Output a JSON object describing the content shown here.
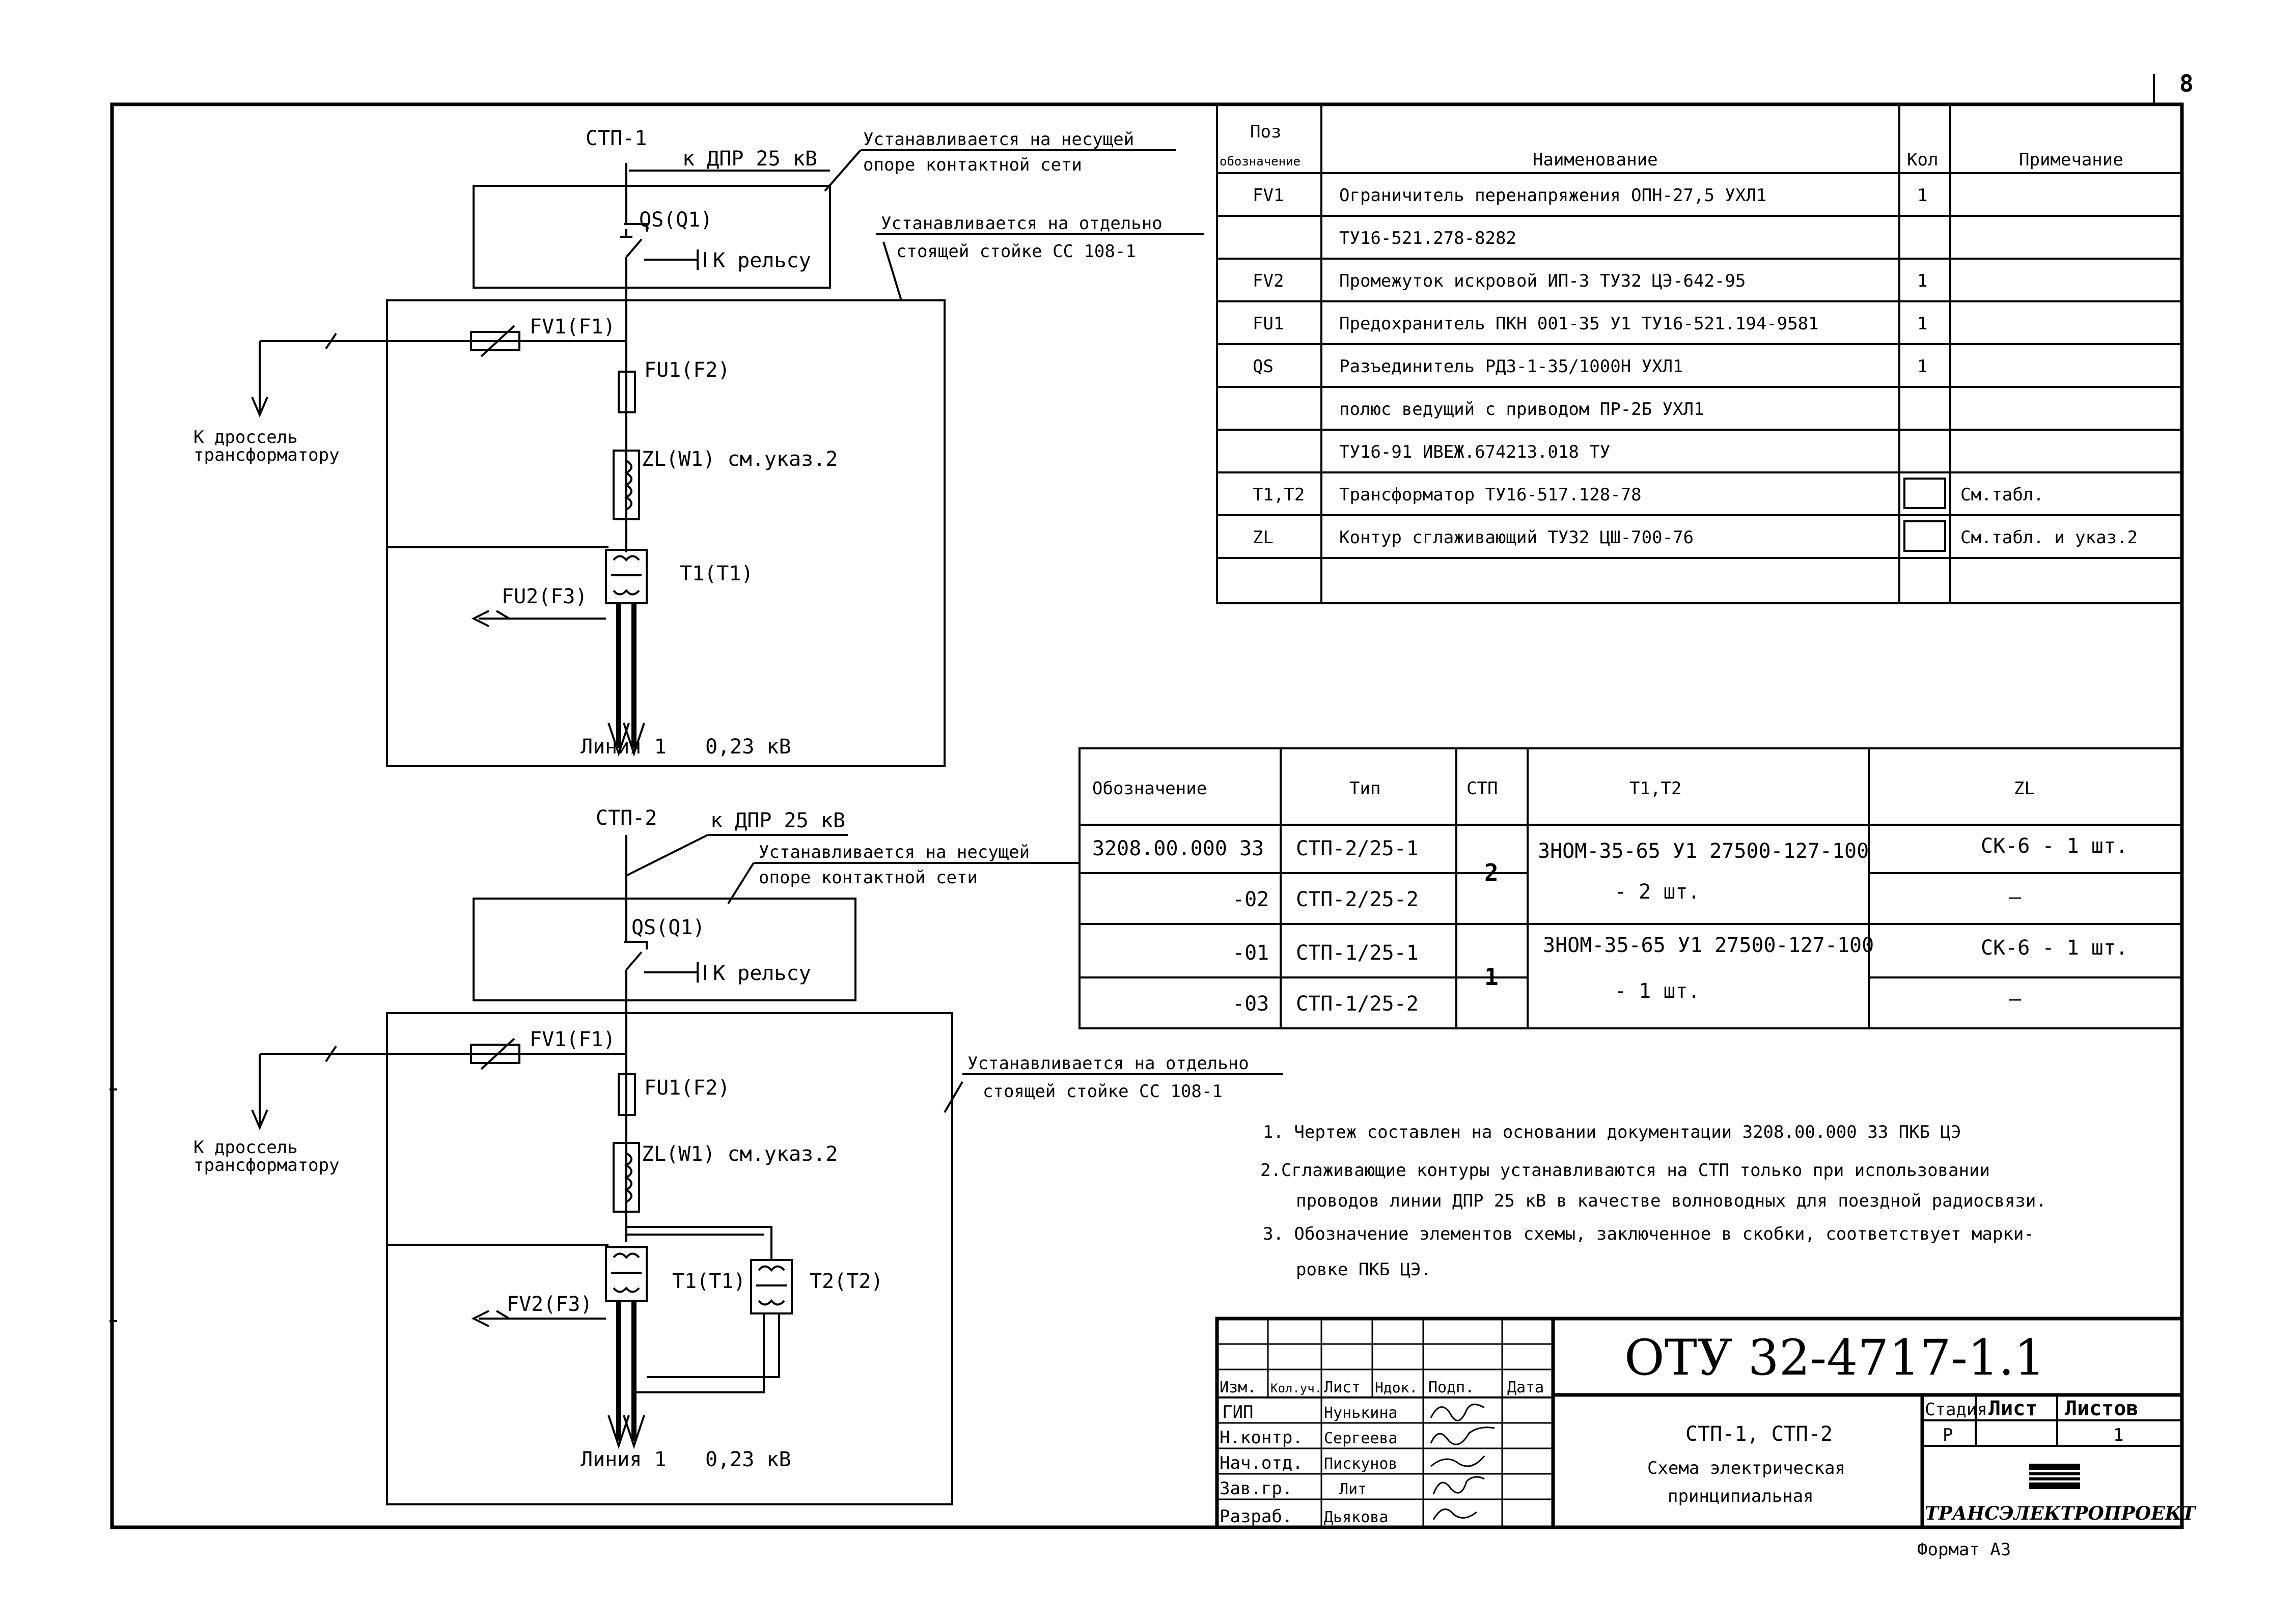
{
  "page_number": "8",
  "circuits": [
    {
      "label": "СТП-1",
      "feed": "к ДПР 25 кВ",
      "note_top_1": "Устанавливается на несущей",
      "note_top_2": "опоре контактной сети",
      "note_mid_1": "Устанавливается на отдельно",
      "note_mid_2": "стоящей стойке СС 108-1",
      "qs": "QS(Q1)",
      "rail": "К рельсу",
      "fv": "FV1(F1)",
      "fu": "FU1(F2)",
      "zl": "ZL(W1) см.указ.2",
      "t1": "T1(T1)",
      "fv2": "FU2(F3)",
      "choke_1": "К дроссель",
      "choke_2": "трансформатору",
      "line": "Линия 1",
      "voltage": "0,23 кВ"
    },
    {
      "label": "СТП-2",
      "feed": "к ДПР 25 кВ",
      "note_top_1": "Устанавливается на несущей",
      "note_top_2": "опоре контактной сети",
      "note_mid_1": "Устанавливается на отдельно",
      "note_mid_2": "стоящей стойке СС 108-1",
      "qs": "QS(Q1)",
      "rail": "К рельсу",
      "fv": "FV1(F1)",
      "fu": "FU1(F2)",
      "zl": "ZL(W1) см.указ.2",
      "t1": "T1(T1)",
      "t2": "T2(T2)",
      "fv2": "FV2(F3)",
      "choke_1": "К дроссель",
      "choke_2": "трансформатору",
      "line": "Линия 1",
      "voltage": "0,23 кВ"
    }
  ],
  "spec_table": {
    "header": {
      "pos_1": "Поз",
      "pos_2": "обозначение",
      "name": "Наименование",
      "qty": "Кол",
      "note": "Примечание"
    },
    "rows": [
      {
        "pos": "FV1",
        "name": "Ограничитель перенапряжения ОПН-27,5 УХЛ1",
        "qty": "1",
        "note": ""
      },
      {
        "pos": "",
        "name": "ТУ16-521.278-8282",
        "qty": "",
        "note": ""
      },
      {
        "pos": "FV2",
        "name": "Промежуток искровой ИП-3  ТУ32 ЦЭ-642-95",
        "qty": "1",
        "note": ""
      },
      {
        "pos": "FU1",
        "name": "Предохранитель ПКН 001-35 У1  ТУ16-521.194-9581",
        "qty": "1",
        "note": ""
      },
      {
        "pos": "QS",
        "name": "Разъединитель РДЗ-1-35/1000Н УХЛ1",
        "qty": "1",
        "note": ""
      },
      {
        "pos": "",
        "name": "полюс ведущий с приводом ПР-2Б УХЛ1",
        "qty": "",
        "note": ""
      },
      {
        "pos": "",
        "name": "ТУ16-91 ИВЕЖ.674213.018 ТУ",
        "qty": "",
        "note": ""
      },
      {
        "pos": "T1,T2",
        "name": "Трансформатор         ТУ16-517.128-78",
        "qty": "",
        "note": "См.табл."
      },
      {
        "pos": "ZL",
        "name": "Контур сглаживающий  ТУ32 ЦШ-700-76",
        "qty": "",
        "note": "См.табл. и указ.2"
      },
      {
        "pos": "",
        "name": "",
        "qty": "",
        "note": ""
      }
    ]
  },
  "type_table": {
    "header": {
      "designation": "Обозначение",
      "type": "Тип",
      "stp": "СТП",
      "t": "T1,T2",
      "zl": "ZL"
    },
    "rows": [
      {
        "designation": "3208.00.000 ЗЗ",
        "type": "СТП-2/25-1",
        "zl": "СК-6  - 1 шт."
      },
      {
        "designation": "-02",
        "type": "СТП-2/25-2",
        "zl": "—"
      },
      {
        "designation": "-01",
        "type": "СТП-1/25-1",
        "zl": "СК-6  - 1 шт."
      },
      {
        "designation": "-03",
        "type": "СТП-1/25-2",
        "zl": "—"
      }
    ],
    "groups": [
      {
        "stp": "2",
        "t_1": "ЗНОМ-35-65 У1 27500-127-100",
        "t_2": "- 2 шт."
      },
      {
        "stp": "1",
        "t_1": "ЗНОМ-35-65 У1 27500-127-100",
        "t_2": "- 1 шт."
      }
    ]
  },
  "notes": [
    "1. Чертеж составлен на основании документации  3208.00.000 ЗЗ ПКБ ЦЭ",
    "2.Сглаживающие контуры устанавливаются  на СТП только при использовании",
    "проводов линии ДПР 25 кВ в качестве волноводных для поездной радиосвязи.",
    "3. Обозначение элементов схемы, заключенное в скобки, соответствует марки-",
    "ровке ПКБ ЦЭ."
  ],
  "title_block": {
    "doc_code": "ОТУ 32-4717-1.1",
    "title_1": "СТП-1, СТП-2",
    "title_2": "Схема электрическая",
    "title_3": "принципиальная",
    "col_headers": [
      "Изм.",
      "Кол.уч.",
      "Лист",
      "Ндок.",
      "Подп.",
      "Дата"
    ],
    "people": [
      {
        "role": "ГИП",
        "name": "Нунькина"
      },
      {
        "role": "Н.контр.",
        "name": "Сергеева"
      },
      {
        "role": "Нач.отд.",
        "name": "Пискунов"
      },
      {
        "role": "Зав.гр.",
        "name": "Лит"
      },
      {
        "role": "Разраб.",
        "name": "Дьякова"
      }
    ],
    "stage_label": "Стадия",
    "sheet_label": "Лист",
    "sheets_label": "Листов",
    "stage": "Р",
    "sheet": "",
    "sheets": "1",
    "company": "ТРАНСЭЛЕКТРОПРОЕКТ",
    "format": "Формат А3"
  }
}
